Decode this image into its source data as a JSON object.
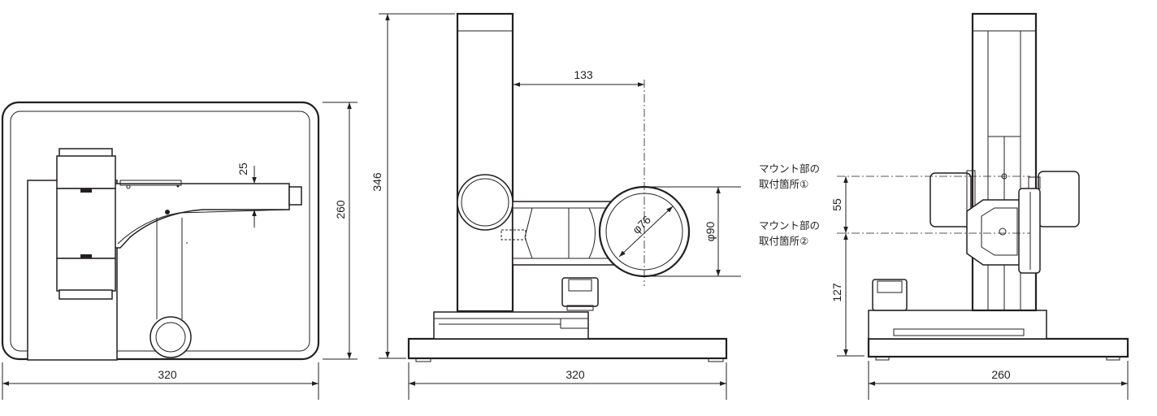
{
  "dimensions": {
    "top_width": "320",
    "top_depth": "260",
    "top_offset": "25",
    "side_height": "346",
    "side_reach": "133",
    "side_inner_dia": "φ76",
    "side_outer_dia": "φ90",
    "side_width": "320",
    "front_pitch": "55",
    "front_lower": "127",
    "front_width": "260"
  },
  "notes": {
    "mount1_line1": "マウント部の",
    "mount1_line2": "取付箇所①",
    "mount2_line1": "マウント部の",
    "mount2_line2": "取付箇所②"
  }
}
